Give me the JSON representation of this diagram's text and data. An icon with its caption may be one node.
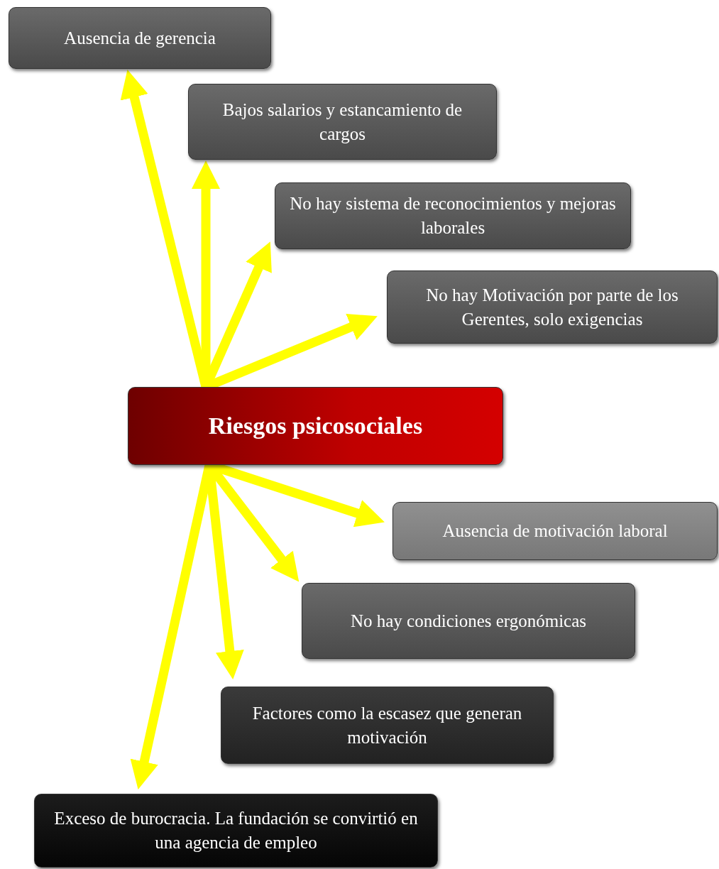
{
  "diagram": {
    "nodes": [
      {
        "text": [
          "Ausencia de gerencia"
        ]
      },
      {
        "text": [
          "Bajos salarios y estancamiento de cargos"
        ]
      },
      {
        "text": [
          "No hay sistema de reconocimientos y mejoras laborales"
        ]
      },
      {
        "text": [
          "No hay Motivación por parte de los Gerentes, solo exigencias"
        ]
      },
      {
        "text": [
          "Riesgos psicosociales"
        ]
      },
      {
        "text": [
          "Ausencia de motivación laboral"
        ]
      },
      {
        "text": [
          "No hay condiciones ergonómicas"
        ]
      },
      {
        "text": [
          "Factores como la escasez que generan motivación"
        ]
      },
      {
        "text": [
          "Exceso de burocracia. La fundación se convirtió en una agencia de empleo"
        ]
      }
    ],
    "edges": [
      {
        "from": 4,
        "to": 0,
        "arrow": "to"
      },
      {
        "from": 4,
        "to": 1,
        "arrow": "to"
      },
      {
        "from": 4,
        "to": 2,
        "arrow": "to"
      },
      {
        "from": 4,
        "to": 3,
        "arrow": "to"
      },
      {
        "from": 4,
        "to": 5,
        "arrow": "to"
      },
      {
        "from": 4,
        "to": 6,
        "arrow": "to"
      },
      {
        "from": 4,
        "to": 7,
        "arrow": "to"
      },
      {
        "from": 4,
        "to": 8,
        "arrow": "to"
      }
    ]
  }
}
